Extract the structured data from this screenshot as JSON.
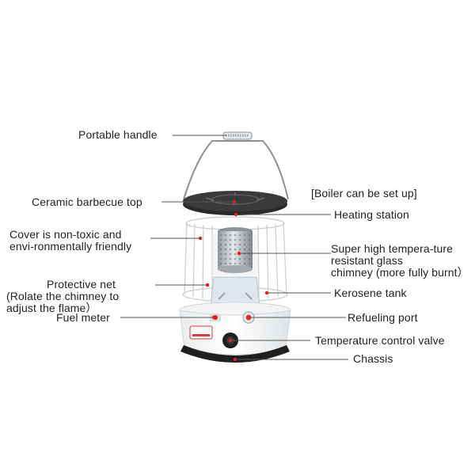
{
  "labels": {
    "portable_handle": "Portable handle",
    "ceramic_top": "Ceramic barbecue top",
    "boiler": "[Boiler can be set up]",
    "heating_station": "Heating station",
    "cover_line1": "Cover is non-toxic and",
    "cover_line2": "envi-ronmentally friendly",
    "chimney_line1": "Super high tempera-ture",
    "chimney_line2": "resistant glass",
    "chimney_line3": "chimney (more fully burnt）",
    "net_line1": "Protective net",
    "net_line2": "(Rolate the chimney to",
    "net_line3": "adjust the flame）",
    "kerosene_tank": "Kerosene tank",
    "fuel_meter": "Fuel meter",
    "refueling_port": "Refueling port",
    "temp_valve": "Temperature control valve",
    "chassis": "Chassis"
  },
  "colors": {
    "leader": "#555555",
    "dot": "#e02020",
    "frame": "#cfd3d6",
    "dark": "#1f1f1f",
    "metal": "#b9bec2"
  }
}
